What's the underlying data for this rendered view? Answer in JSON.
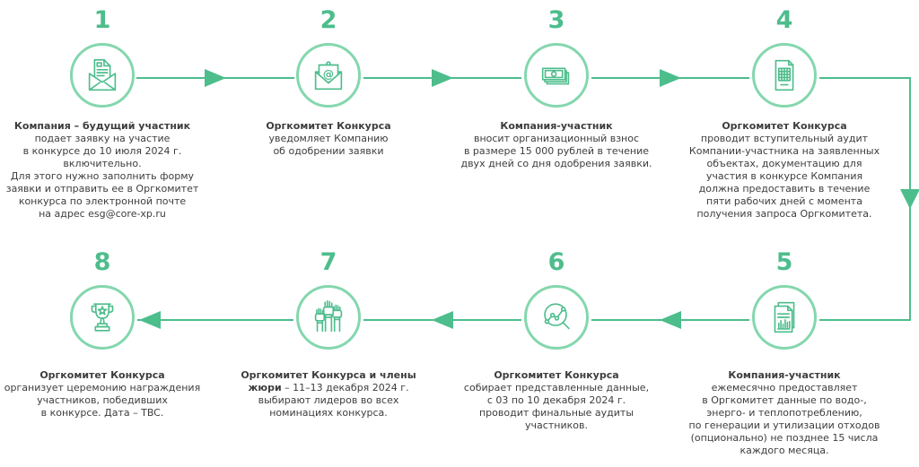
{
  "colors": {
    "accent": "#4dbd8c",
    "circle_border": "#84d7ad",
    "text": "#3d3d3d"
  },
  "steps": [
    {
      "number": "1",
      "icon": "envelope-letter-icon",
      "lines": [
        [
          {
            "t": "Компания – будущий участник",
            "b": true
          }
        ],
        [
          {
            "t": "подает заявку на участие"
          }
        ],
        [
          {
            "t": "в конкурсе до 10 июля 2024 г."
          }
        ],
        [
          {
            "t": "включительно."
          }
        ],
        [
          {
            "t": "Для этого нужно заполнить форму"
          }
        ],
        [
          {
            "t": "заявки и отправить ее в Оргкомитет"
          }
        ],
        [
          {
            "t": "конкурса по электронной почте"
          }
        ],
        [
          {
            "t": "на адрес esg@core-xp.ru"
          }
        ]
      ]
    },
    {
      "number": "2",
      "icon": "envelope-at-icon",
      "lines": [
        [
          {
            "t": "Оргкомитет Конкурса",
            "b": true
          }
        ],
        [
          {
            "t": "уведомляет Компанию"
          }
        ],
        [
          {
            "t": "об одобрении заявки"
          }
        ]
      ]
    },
    {
      "number": "3",
      "icon": "banknotes-icon",
      "lines": [
        [
          {
            "t": "Компания-участник",
            "b": true
          }
        ],
        [
          {
            "t": "вносит организационный взнос"
          }
        ],
        [
          {
            "t": "в размере 15 000 рублей в течение"
          }
        ],
        [
          {
            "t": "двух дней со дня одобрения заявки."
          }
        ]
      ]
    },
    {
      "number": "4",
      "icon": "table-document-icon",
      "lines": [
        [
          {
            "t": "Оргкомитет Конкурса",
            "b": true
          }
        ],
        [
          {
            "t": "проводит вступительный аудит"
          }
        ],
        [
          {
            "t": "Компании-участника на заявленных"
          }
        ],
        [
          {
            "t": "объектах, документацию для"
          }
        ],
        [
          {
            "t": "участия в конкурсе Компания"
          }
        ],
        [
          {
            "t": "должна предоставить в течение"
          }
        ],
        [
          {
            "t": "пяти рабочих дней с момента"
          }
        ],
        [
          {
            "t": "получения запроса Оргкомитета."
          }
        ]
      ]
    },
    {
      "number": "5",
      "icon": "chart-report-icon",
      "lines": [
        [
          {
            "t": "Компания-участник",
            "b": true
          }
        ],
        [
          {
            "t": "ежемесячно предоставляет"
          }
        ],
        [
          {
            "t": "в Оргкомитет данные по водо-,"
          }
        ],
        [
          {
            "t": "энерго- и теплопотреблению,"
          }
        ],
        [
          {
            "t": "по генерации и утилизации отходов"
          }
        ],
        [
          {
            "t": "(опционально) не позднее 15 числа"
          }
        ],
        [
          {
            "t": "каждого месяца."
          }
        ]
      ]
    },
    {
      "number": "6",
      "icon": "magnifier-chart-icon",
      "lines": [
        [
          {
            "t": "Оргкомитет Конкурса",
            "b": true
          }
        ],
        [
          {
            "t": "собирает представленные данные,"
          }
        ],
        [
          {
            "t": "с 03 по 10 декабря 2024 г."
          }
        ],
        [
          {
            "t": "проводит финальные аудиты"
          }
        ],
        [
          {
            "t": "участников."
          }
        ]
      ]
    },
    {
      "number": "7",
      "icon": "raised-hands-icon",
      "lines": [
        [
          {
            "t": "Оргкомитет Конкурса и члены",
            "b": true
          }
        ],
        [
          {
            "t": "жюри",
            "b": true
          },
          {
            "t": " – 11–13 декабря 2024 г."
          }
        ],
        [
          {
            "t": "выбирают лидеров во всех"
          }
        ],
        [
          {
            "t": "номинациях конкурса."
          }
        ]
      ]
    },
    {
      "number": "8",
      "icon": "trophy-icon",
      "lines": [
        [
          {
            "t": "Оргкомитет Конкурса",
            "b": true
          }
        ],
        [
          {
            "t": "организует церемонию награждения"
          }
        ],
        [
          {
            "t": "участников, победивших"
          }
        ],
        [
          {
            "t": "в конкурсе. Дата – TBC."
          }
        ]
      ]
    }
  ]
}
